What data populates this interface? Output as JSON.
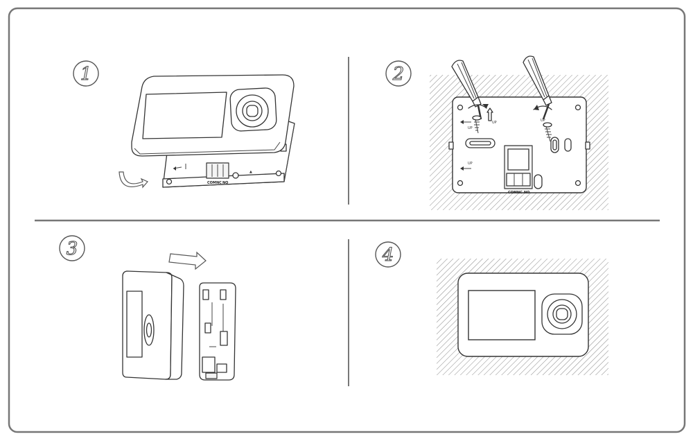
{
  "steps": [
    {
      "number": "1"
    },
    {
      "number": "2"
    },
    {
      "number": "3"
    },
    {
      "number": "4"
    }
  ],
  "terminal_labels": {
    "com": "COM",
    "nc": "NC",
    "no": "NO"
  },
  "mount_labels": {
    "up": "UP"
  },
  "colors": {
    "frame": "#777777",
    "divider": "#777777",
    "line": "#333333",
    "hatch": "#8a8a8a"
  },
  "icons": [
    "screwdriver-icon",
    "screw-icon",
    "rotate-arrow-icon",
    "slide-arrow-icon",
    "up-arrow-icon"
  ]
}
